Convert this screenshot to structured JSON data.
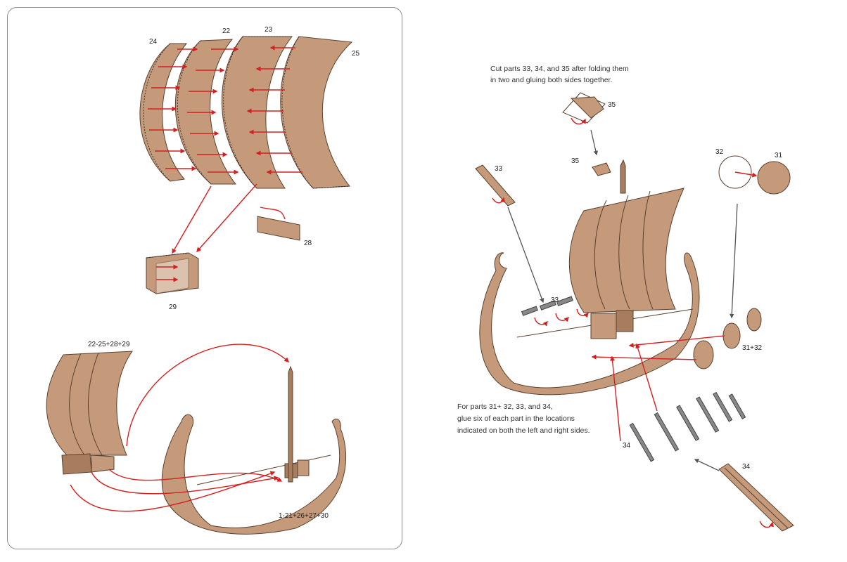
{
  "left_panel": {
    "labels": {
      "p24": "24",
      "p22": "22",
      "p23": "23",
      "p25": "25",
      "p28": "28",
      "p29": "29",
      "sail_assembly": "22-25+28+29",
      "hull_assembly": "1-21+26+27+30"
    }
  },
  "right_panel": {
    "note_top": [
      "Cut parts 33, 34, and 35 after folding them",
      "in two and gluing both sides together."
    ],
    "note_bottom": [
      "For parts 31+ 32, 33, and 34,",
      "glue six of each part in the locations",
      "indicated on both the left and right sides."
    ],
    "labels": {
      "p35a": "35",
      "p35b": "35",
      "p33a": "33",
      "p33b": "33",
      "p32": "32",
      "p31": "31",
      "p3132": "31+32",
      "p34a": "34",
      "p34b": "34"
    }
  },
  "colors": {
    "cardboard": "#c49a7a",
    "cardboard_dark": "#a87d5e",
    "outline": "#5a4030",
    "arrow_red": "#d42020",
    "arrow_grey": "#555555"
  }
}
